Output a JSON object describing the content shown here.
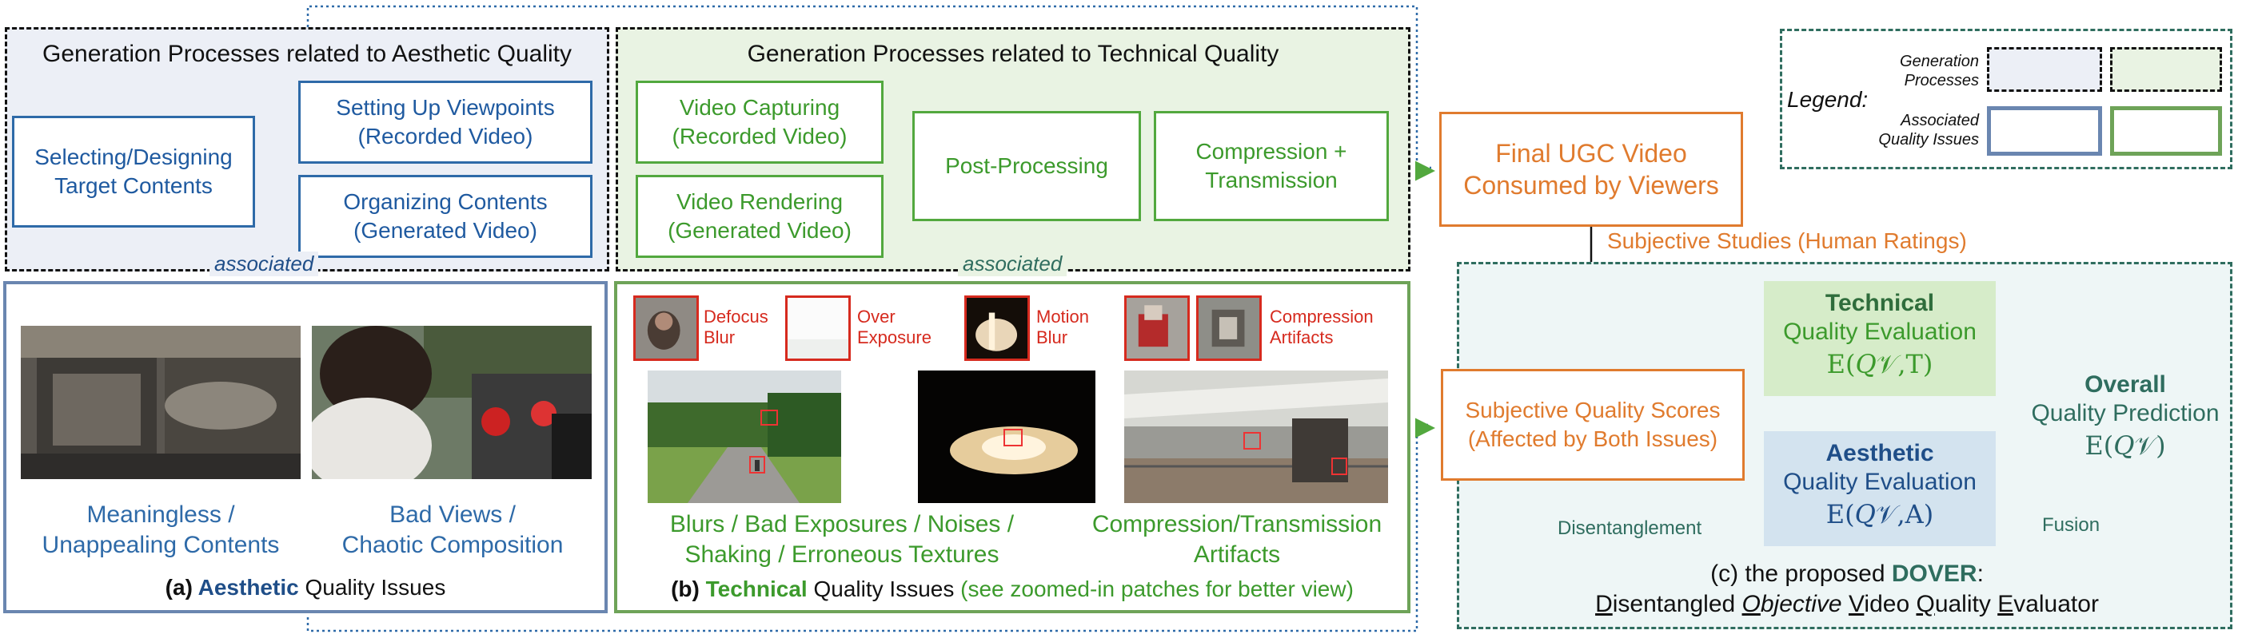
{
  "colors": {
    "aesthetic_blue": "#2e6aa8",
    "technical_green": "#52a83e",
    "orange": "#e07b2e",
    "teal": "#2f6d5f",
    "red": "#d62a1e",
    "aesthetic_fill": "#eceff6",
    "technical_fill": "#e9f3e3"
  },
  "aesthetic_gen": {
    "title": "Generation Processes related to Aesthetic Quality",
    "box1": {
      "line1": "Selecting/Designing",
      "line2": "Target Contents"
    },
    "box2": {
      "line1": "Setting Up Viewpoints",
      "line2": "(Recorded Video)"
    },
    "box3": {
      "line1": "Organizing Contents",
      "line2": "(Generated Video)"
    },
    "associated": "associated"
  },
  "technical_gen": {
    "title": "Generation Processes related to Technical Quality",
    "box1": {
      "line1": "Video Capturing",
      "line2": "(Recorded Video)"
    },
    "box2": {
      "line1": "Video Rendering",
      "line2": "(Generated Video)"
    },
    "box3": {
      "line1": "Post-Processing"
    },
    "box4": {
      "line1": "Compression +",
      "line2": "Transmission"
    },
    "associated": "associated"
  },
  "aesthetic_issues": {
    "cap1": {
      "line1": "Meaningless /",
      "line2": "Unappealing Contents"
    },
    "cap2": {
      "line1": "Bad Views /",
      "line2": "Chaotic Composition"
    },
    "footer": {
      "prefix": "(a) ",
      "bold": "Aesthetic",
      "suffix": " Quality Issues"
    }
  },
  "technical_issues": {
    "labels": {
      "defocus": {
        "line1": "Defocus",
        "line2": "Blur"
      },
      "over": {
        "line1": "Over",
        "line2": "Exposure"
      },
      "motion": {
        "line1": "Motion",
        "line2": "Blur"
      },
      "compression": {
        "line1": "Compression",
        "line2": "Artifacts"
      }
    },
    "cap1": {
      "line1": "Blurs / Bad Exposures / Noises /",
      "line2": "Shaking / Erroneous Textures"
    },
    "cap2": {
      "line1": "Compression/Transmission",
      "line2": "Artifacts"
    },
    "footer": {
      "prefix": "(b) ",
      "bold": "Technical",
      "middle": " Quality Issues ",
      "suffix": "(see zoomed-in patches for better view)"
    }
  },
  "legend": {
    "title": "Legend:",
    "row1": {
      "line1": "Generation",
      "line2": "Processes"
    },
    "row2": {
      "line1": "Associated",
      "line2": "Quality Issues"
    }
  },
  "final_video": {
    "line1": "Final UGC Video",
    "line2": "Consumed by Viewers"
  },
  "subjective_studies": "Subjective Studies (Human Ratings)",
  "scores": {
    "line1": "Subjective Quality Scores",
    "line2": "(Affected by Both Issues)"
  },
  "technical_eval": {
    "bold": "Technical",
    "line2": "Quality Evaluation",
    "formula": "E(𝑄𝒱,T)"
  },
  "aesthetic_eval": {
    "bold": "Aesthetic",
    "line2": "Quality Evaluation",
    "formula": "E(𝑄𝒱,A)"
  },
  "overall": {
    "bold": "Overall",
    "line2": "Quality Prediction",
    "formula": "E(𝑄𝒱)"
  },
  "disentanglement": "Disentanglement",
  "fusion": "Fusion",
  "dover": {
    "prefix": "(c) the proposed ",
    "name": "DOVER",
    "full": {
      "D": "D",
      "w1": "isentangled ",
      "O": "O",
      "w2": "bjective ",
      "V": "V",
      "w3": "ideo ",
      "Q": "Q",
      "w4": "uality ",
      "E": "E",
      "w5": "valuator"
    }
  }
}
